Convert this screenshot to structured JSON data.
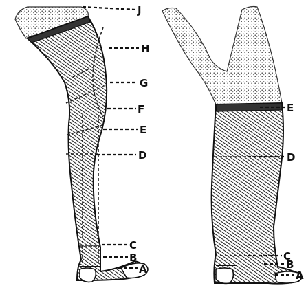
{
  "left_leg": {
    "labels": {
      "J": "J",
      "H": "H",
      "G": "G",
      "F": "F",
      "E": "E",
      "D": "D",
      "C": "C",
      "B": "B",
      "A": "A"
    }
  },
  "right_leg": {
    "labels": {
      "E": "E",
      "D": "D",
      "C": "C",
      "B": "B",
      "A": "A"
    }
  }
}
